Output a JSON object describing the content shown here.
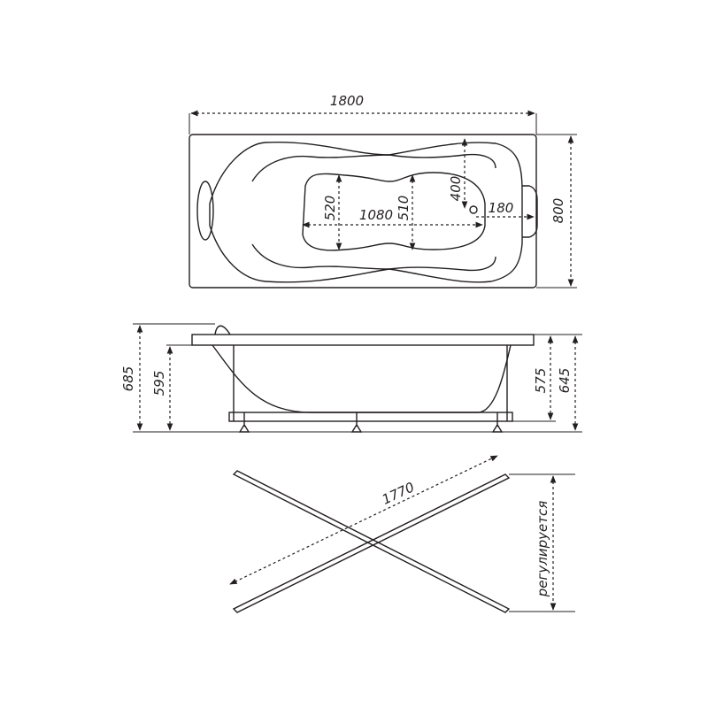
{
  "drawing": {
    "subject": "bathtub technical drawing",
    "top_view": {
      "overall_length": "1800",
      "overall_width": "800",
      "bottom_length": "1080",
      "bottom_width_left": "520",
      "bottom_width_right": "510",
      "drain_offset_side": "400",
      "drain_offset_end": "180"
    },
    "side_view": {
      "headrest_height": "685",
      "rim_height_left": "595",
      "frame_height": "575",
      "rim_height_right": "645"
    },
    "frame_view": {
      "diagonal_length": "1770",
      "adjustable_label": "регулируется"
    }
  },
  "colors": {
    "line": "#231f20",
    "background": "#ffffff"
  }
}
